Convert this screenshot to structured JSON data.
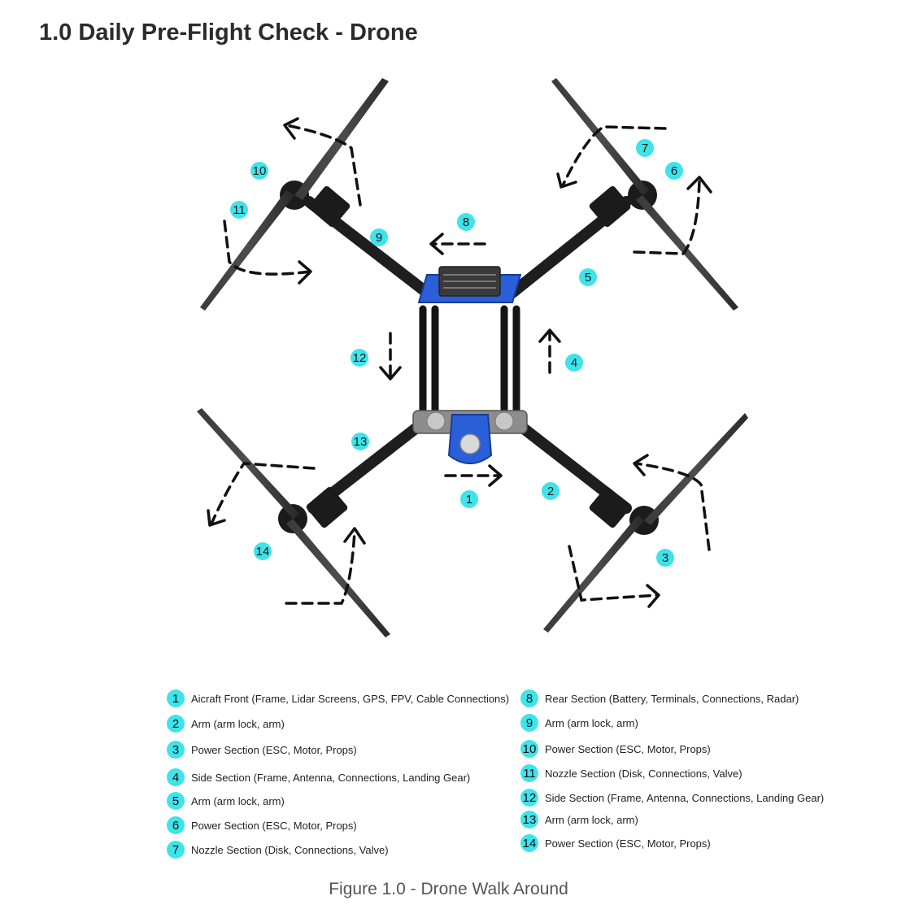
{
  "title": "1.0 Daily Pre-Flight Check - Drone",
  "caption": "Figure 1.0 - Drone Walk Around",
  "badge_color": "#3fe3ea",
  "drone_color": "#2b5fd9",
  "diagram_badges": [
    "1",
    "2",
    "3",
    "4",
    "5",
    "6",
    "7",
    "8",
    "9",
    "10",
    "11",
    "12",
    "13",
    "14"
  ],
  "legend": [
    {
      "num": "1",
      "text": "Aicraft Front (Frame, Lidar Screens, GPS, FPV, Cable Connections)"
    },
    {
      "num": "2",
      "text": "Arm (arm lock, arm)"
    },
    {
      "num": "3",
      "text": "Power Section (ESC, Motor, Props)"
    },
    {
      "num": "4",
      "text": "Side Section (Frame, Antenna, Connections, Landing Gear)"
    },
    {
      "num": "5",
      "text": "Arm (arm lock, arm)"
    },
    {
      "num": "6",
      "text": "Power Section (ESC, Motor, Props)"
    },
    {
      "num": "7",
      "text": "Nozzle Section (Disk, Connections, Valve)"
    },
    {
      "num": "8",
      "text": "Rear Section (Battery, Terminals, Connections, Radar)"
    },
    {
      "num": "9",
      "text": "Arm (arm lock, arm)"
    },
    {
      "num": "10",
      "text": "Power Section (ESC, Motor, Props)"
    },
    {
      "num": "11",
      "text": "Nozzle Section (Disk, Connections, Valve)"
    },
    {
      "num": "12",
      "text": "Side Section (Frame, Antenna, Connections, Landing Gear)"
    },
    {
      "num": "13",
      "text": "Arm (arm lock, arm)"
    },
    {
      "num": "14",
      "text": "Power Section (ESC, Motor, Props)"
    }
  ]
}
